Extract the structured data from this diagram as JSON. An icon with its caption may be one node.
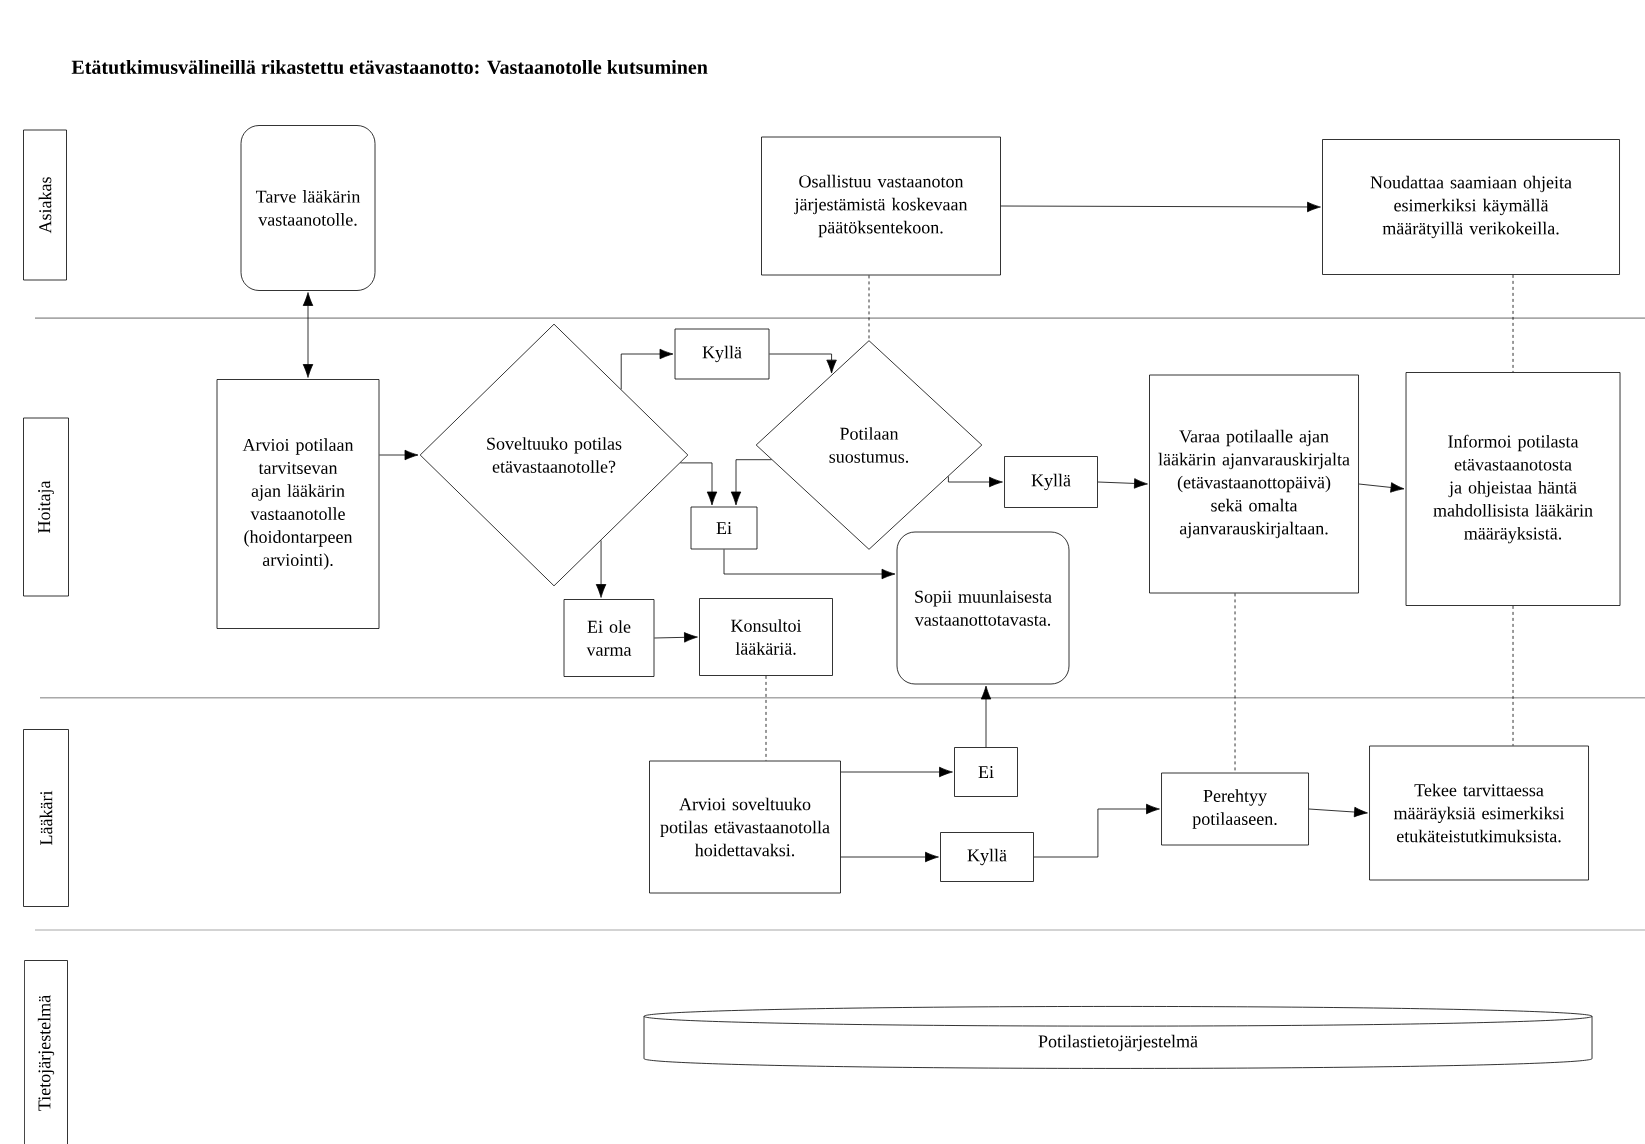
{
  "diagram": {
    "title": "Etätutkimusvälineillä rikastettu etävastaanotto: Vastaanotolle kutsuminen",
    "nodes": [
      {
        "text": [
          "Asiakas"
        ]
      },
      {
        "text": [
          "Tarve lääkärin vastaanotolle."
        ]
      },
      {
        "text": [
          "Osallistuu vastaanoton järjestämistä koskevaan päätöksentekoon."
        ]
      },
      {
        "text": [
          "Noudattaa saamiaan ohjeita esimerkiksi käymällä määrätyillä verikokeilla."
        ]
      },
      {
        "text": [
          "Hoitaja"
        ]
      },
      {
        "text": [
          "Arvioi potilaan tarvitsevan ajan lääkärin vastaanotolle (hoidontarpeen arviointi)."
        ]
      },
      {
        "text": [
          "Soveltuuko potilas etävastaanotolle?"
        ]
      },
      {
        "text": [
          "Kyllä"
        ]
      },
      {
        "text": [
          "Potilaan suostumus."
        ]
      },
      {
        "text": [
          "Kyllä"
        ]
      },
      {
        "text": [
          "Ei"
        ]
      },
      {
        "text": [
          "Varaa potilaalle ajan lääkärin ajanvarauskirjalta (etävastaanottopäivä) sekä omalta ajanvarauskirjaltaan."
        ]
      },
      {
        "text": [
          "Informoi potilasta etävastaanotosta ja ohjeistaa häntä mahdollisista lääkärin määräyksistä."
        ]
      },
      {
        "text": [
          "Sopii muunlaisesta vastaanottotavasta."
        ]
      },
      {
        "text": [
          "Ei ole varma"
        ]
      },
      {
        "text": [
          "Konsultoi lääkäriä."
        ]
      },
      {
        "text": [
          "Lääkäri"
        ]
      },
      {
        "text": [
          "Arvioi soveltuuko potilas etävastaanotolla hoidettavaksi."
        ]
      },
      {
        "text": [
          "Ei"
        ]
      },
      {
        "text": [
          "Kyllä"
        ]
      },
      {
        "text": [
          "Perehtyy potilaaseen."
        ]
      },
      {
        "text": [
          "Tekee tarvittaessa määräyksiä esimerkiksi etukäteistutkimuksista."
        ]
      },
      {
        "text": [
          "Tietojärjestelmä"
        ]
      },
      {
        "text": [
          "Potilastietojärjestelmä"
        ]
      }
    ],
    "edges": [
      {
        "from": 1,
        "to": 5,
        "arrow": "both"
      },
      {
        "from": 2,
        "to": 3,
        "arrow": "to"
      },
      {
        "from": 2,
        "to": 8,
        "arrow": "none",
        "style": "dashed"
      },
      {
        "from": 3,
        "to": 12,
        "arrow": "none",
        "style": "dashed"
      },
      {
        "from": 5,
        "to": 6,
        "arrow": "to"
      },
      {
        "from": 6,
        "to": 7,
        "arrow": "to"
      },
      {
        "from": 7,
        "to": 8,
        "arrow": "to"
      },
      {
        "from": 6,
        "to": 10,
        "arrow": "to"
      },
      {
        "from": 8,
        "to": 10,
        "arrow": "to"
      },
      {
        "from": 8,
        "to": 9,
        "arrow": "to"
      },
      {
        "from": 9,
        "to": 11,
        "arrow": "to"
      },
      {
        "from": 11,
        "to": 12,
        "arrow": "to"
      },
      {
        "from": 10,
        "to": 13,
        "arrow": "to"
      },
      {
        "from": 6,
        "to": 14,
        "arrow": "to"
      },
      {
        "from": 14,
        "to": 15,
        "arrow": "to"
      },
      {
        "from": 15,
        "to": 17,
        "arrow": "none",
        "style": "dashed"
      },
      {
        "from": 17,
        "to": 18,
        "arrow": "to"
      },
      {
        "from": 17,
        "to": 19,
        "arrow": "to"
      },
      {
        "from": 18,
        "to": 13,
        "arrow": "to"
      },
      {
        "from": 19,
        "to": 20,
        "arrow": "to"
      },
      {
        "from": 11,
        "to": 20,
        "arrow": "none",
        "style": "dashed"
      },
      {
        "from": 20,
        "to": 21,
        "arrow": "to"
      },
      {
        "from": 12,
        "to": 21,
        "arrow": "none",
        "style": "dashed"
      }
    ]
  }
}
